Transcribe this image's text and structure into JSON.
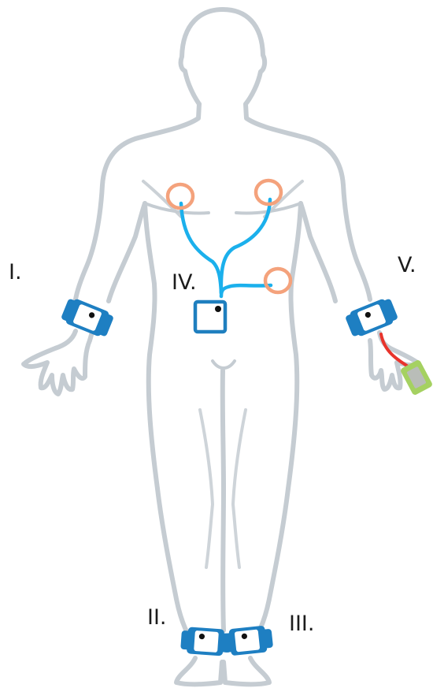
{
  "labels": {
    "wrist_right": "I.",
    "ankle_right": "II.",
    "ankle_left": "III.",
    "chest_hub": "IV.",
    "wrist_left": "V."
  },
  "colors": {
    "body_outline": "#c5ccd2",
    "sensor_body": "#1e7fc2",
    "sensor_face": "#ffffff",
    "lead_wire": "#1bb0ec",
    "electrode_ring": "#f4a27c",
    "oximeter_cable": "#e8342c",
    "oximeter_body": "#a5d161",
    "oximeter_screen": "#b9bdb8"
  },
  "icons": {
    "wrist_right": "sensor-icon",
    "wrist_left": "sensor-icon",
    "ankle_right": "sensor-icon",
    "ankle_left": "sensor-icon",
    "chest_hub": "hub-icon",
    "finger_clip": "pulse-oximeter-icon",
    "electrodes": "electrode-icon"
  }
}
